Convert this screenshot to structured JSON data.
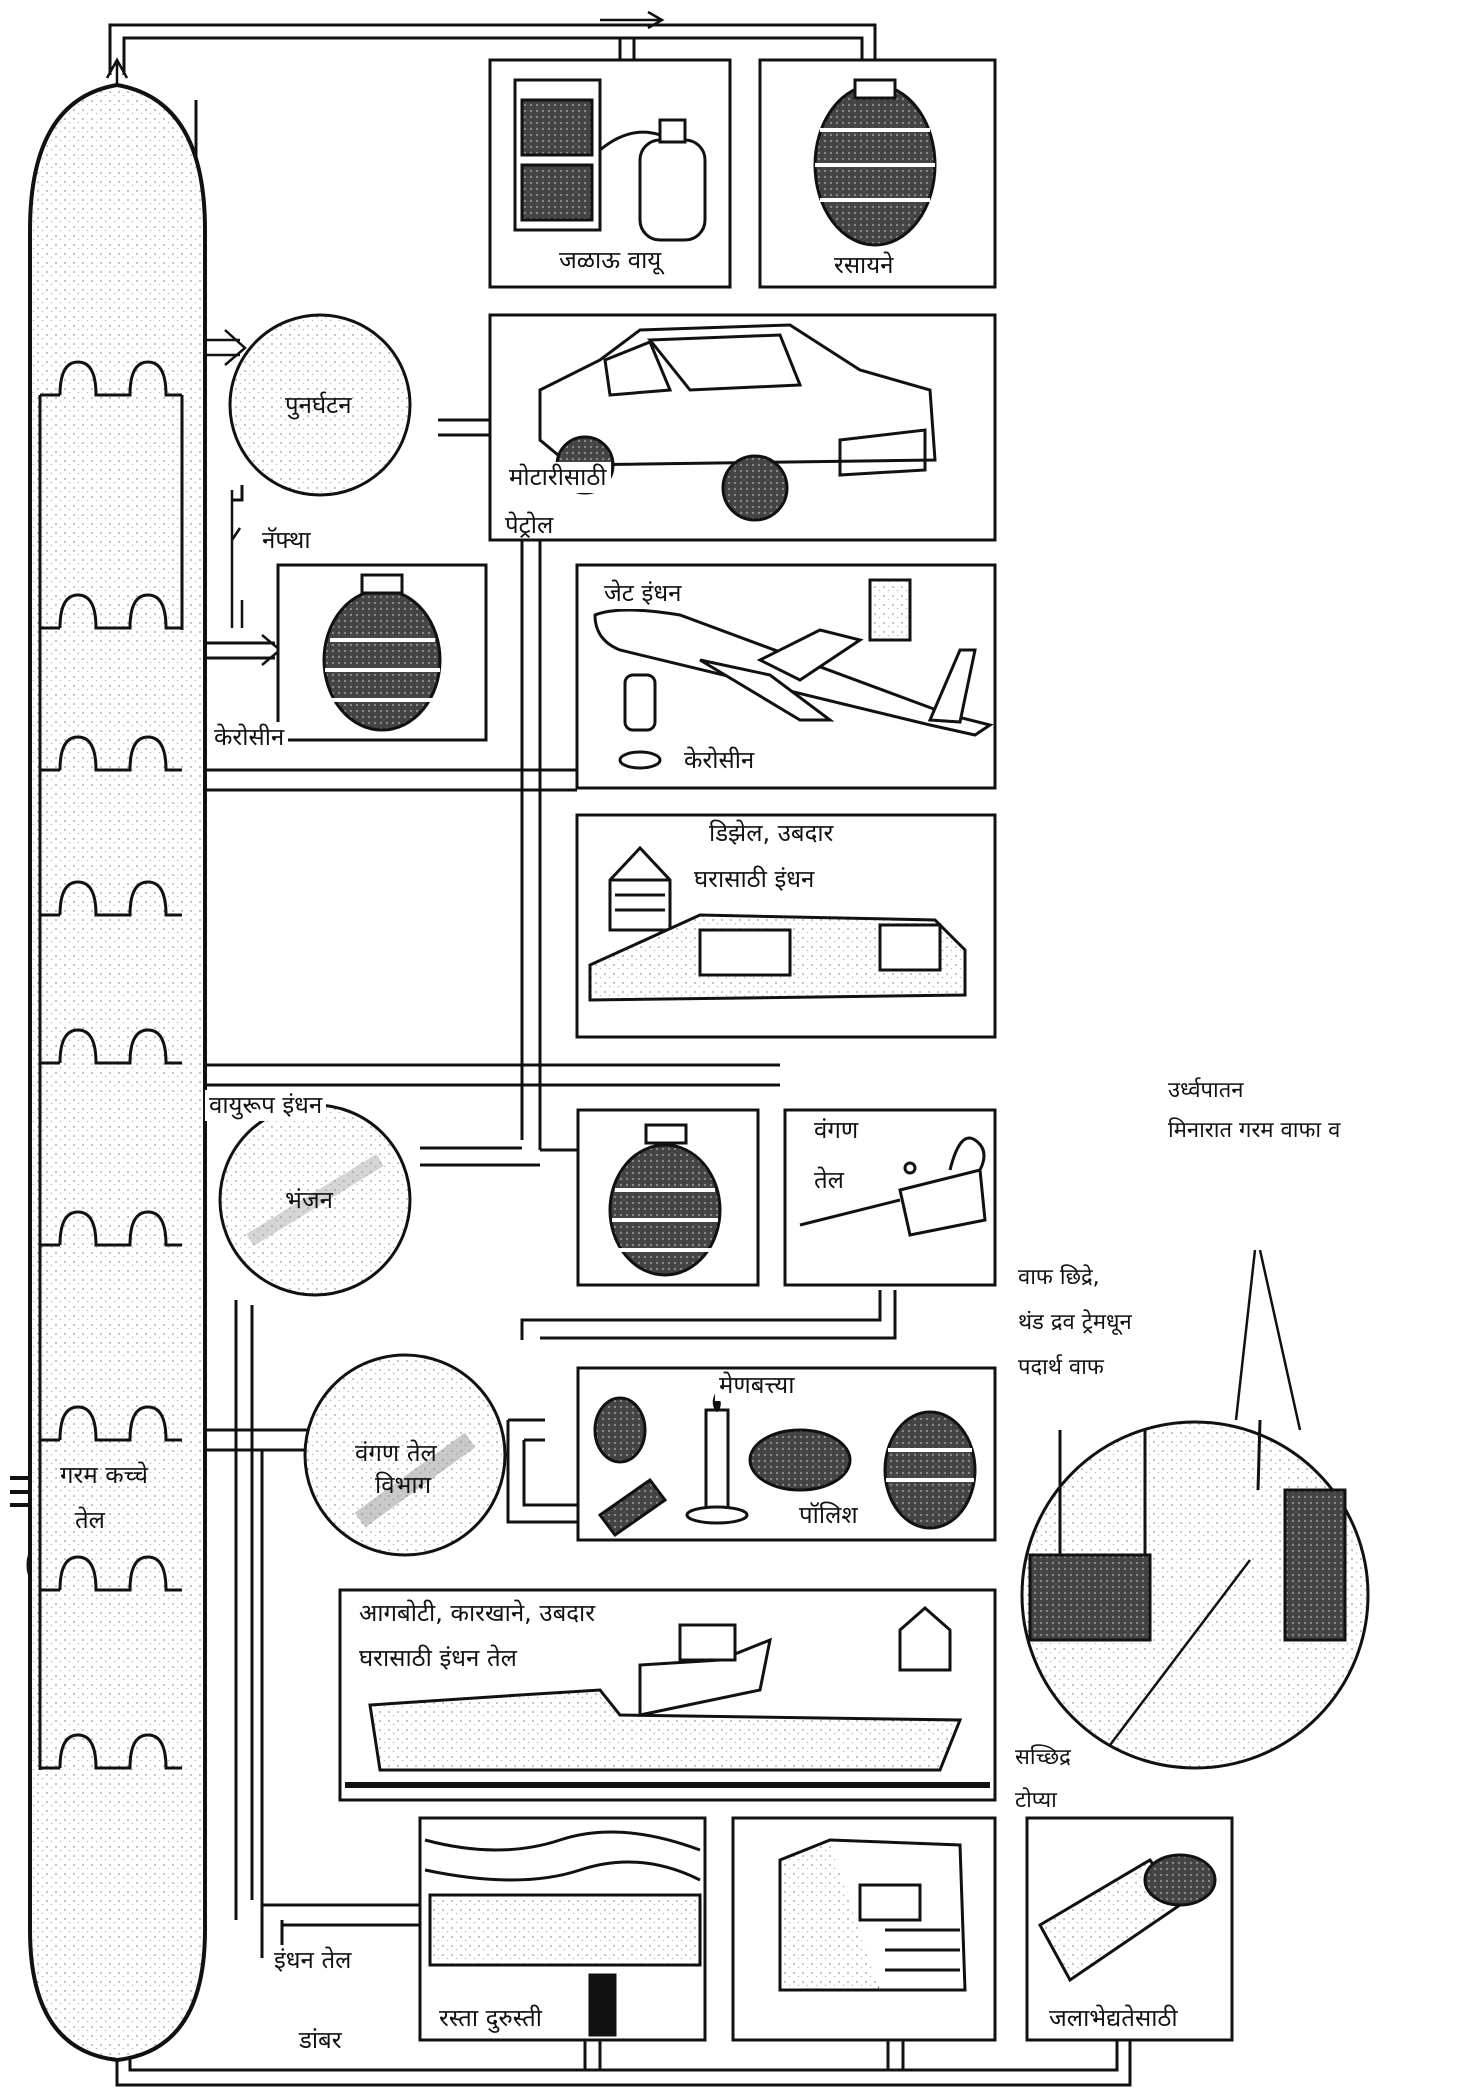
{
  "products": {
    "gas": "जळाऊ वायू",
    "chemicals": "रसायने",
    "petrol_line1": "मोटारीसाठी",
    "petrol_line2": "पेट्रोल",
    "jet_fuel": "जेट इंधन",
    "kerosene": "केरोसीन",
    "diesel_line1": "डिझेल, उबदार",
    "diesel_line2": "घरासाठी इंधन",
    "lubricating_oil_line1": "वंगण",
    "lubricating_oil_line2": "तेल",
    "candles": "मेणबत्त्या",
    "polish": "पॉलिश",
    "ship_fuel_line1": "आगबोटी, कारखाने, उबदार",
    "ship_fuel_line2": "घरासाठी इंधन तेल",
    "road_repair": "रस्ता दुरुस्ती",
    "waterproofing": "जलाभेद्यतेसाठी"
  },
  "process_units": {
    "reforming": "पुनर्घटन",
    "cracking": "भंजन",
    "lube_unit_line1": "वंगण तेल",
    "lube_unit_line2": "विभाग"
  },
  "stream_labels": {
    "naphtha": "नॅफ्था",
    "kerosene_stream": "केरोसीन",
    "gas_oil": "वायुरूप इंधन",
    "crude_oil_line1": "गरम कच्चे",
    "crude_oil_line2": "तेल",
    "fuel_oil": "इंधन तेल",
    "bitumen": "डांबर"
  },
  "inset": {
    "title_line1": "उर्ध्वपातन",
    "title_line2": "मिनारात गरम वाफा व",
    "note_lines": [
      "वाफ छिद्रे,",
      "थंड द्रव ट्रेमधून",
      "पदार्थ वाफ"
    ],
    "tray_label_line1": "सच्छिद्र",
    "tray_label_line2": "टोप्या"
  }
}
